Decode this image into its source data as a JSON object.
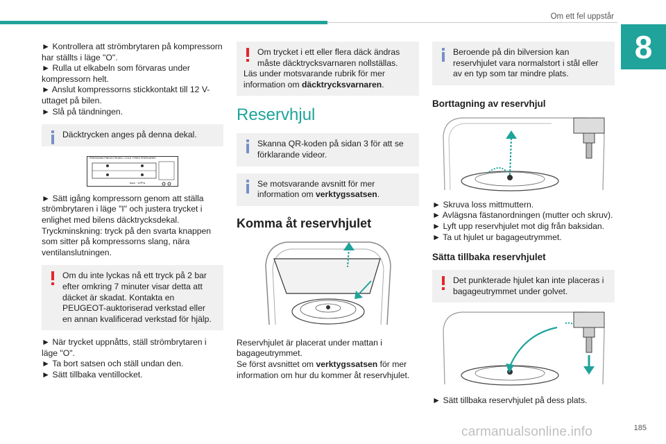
{
  "header": {
    "section_title": "Om ett fel uppstår",
    "chapter": "8"
  },
  "page_number": "185",
  "watermark": "carmanualsonline.info",
  "col1": {
    "bullets_a": [
      "► Kontrollera att strömbrytaren på kompressorn har ställts i läge \"O\".",
      "► Rulla ut elkabeln som förvaras under kompressorn helt.",
      "► Anslut kompressorns stickkontakt till 12 V-uttaget på bilen.",
      "► Slå på tändningen."
    ],
    "info_decal": "Däcktrycken anges på denna dekal.",
    "decal_header": "PRESSIONS PNEUS FROIDS / COLD TYRES PRESSURES",
    "decal_units": "bars · 10³Pa",
    "bullets_b": "► Sätt igång kompressorn genom att ställa strömbrytaren i läge \"I\" och justera trycket i enlighet med bilens däcktrycksdekal. Tryckminskning: tryck på den svarta knappen som sitter på kompressorns slang, nära ventilanslutningen.",
    "warn_text": "Om du inte lyckas nå ett tryck på 2 bar efter omkring 7 minuter visar detta att däcket är skadat. Kontakta en PEUGEOT-auktoriserad verkstad eller en annan kvalificerad verkstad för hjälp.",
    "bullets_c": [
      "► När trycket uppnåtts, ställ strömbrytaren i läge \"O\".",
      "► Ta bort satsen och ställ undan den.",
      "► Sätt tillbaka ventillocket."
    ]
  },
  "col2": {
    "warn_text": "Om trycket i ett eller flera däck ändras måste däcktrycksvarnaren nollställas.",
    "warn_text2_prefix": "Läs under motsvarande rubrik för mer information om ",
    "warn_text2_bold": "däcktrycksvarnaren",
    "warn_text2_suffix": ".",
    "heading": "Reservhjul",
    "info1": "Skanna QR-koden på sidan 3 för att se förklarande videor.",
    "info2_prefix": "Se motsvarande avsnitt för mer information om ",
    "info2_bold": "verktygssatsen",
    "info2_suffix": ".",
    "subheading": "Komma åt reservhjulet",
    "para1": "Reservhjulet är placerat under mattan i bagageutrymmet.",
    "para2_prefix": "Se först avsnittet om ",
    "para2_bold": "verktygssatsen",
    "para2_suffix": " för mer information om hur du kommer åt reservhjulet."
  },
  "col3": {
    "info_text": "Beroende på din bilversion kan reservhjulet vara normalstort i stål eller av en typ som tar mindre plats.",
    "heading_removal": "Borttagning av reservhjul",
    "bullets_removal": [
      "► Skruva loss mittmuttern.",
      "► Avlägsna fästanordningen (mutter och skruv).",
      "► Lyft upp reservhjulet mot dig från baksidan.",
      "► Ta ut hjulet ur bagageutrymmet."
    ],
    "heading_refit": "Sätta tillbaka reservhjulet",
    "warn_text": "Det punkterade hjulet kan inte placeras i bagageutrymmet under golvet.",
    "bullet_refit": "► Sätt tillbaka reservhjulet på dess plats."
  },
  "colors": {
    "accent": "#1fa39a",
    "info_icon": "#7a8fc8",
    "warn_icon": "#e3262c",
    "box_bg": "#f0f0f0"
  },
  "icons": [
    "info-icon",
    "warning-icon"
  ]
}
